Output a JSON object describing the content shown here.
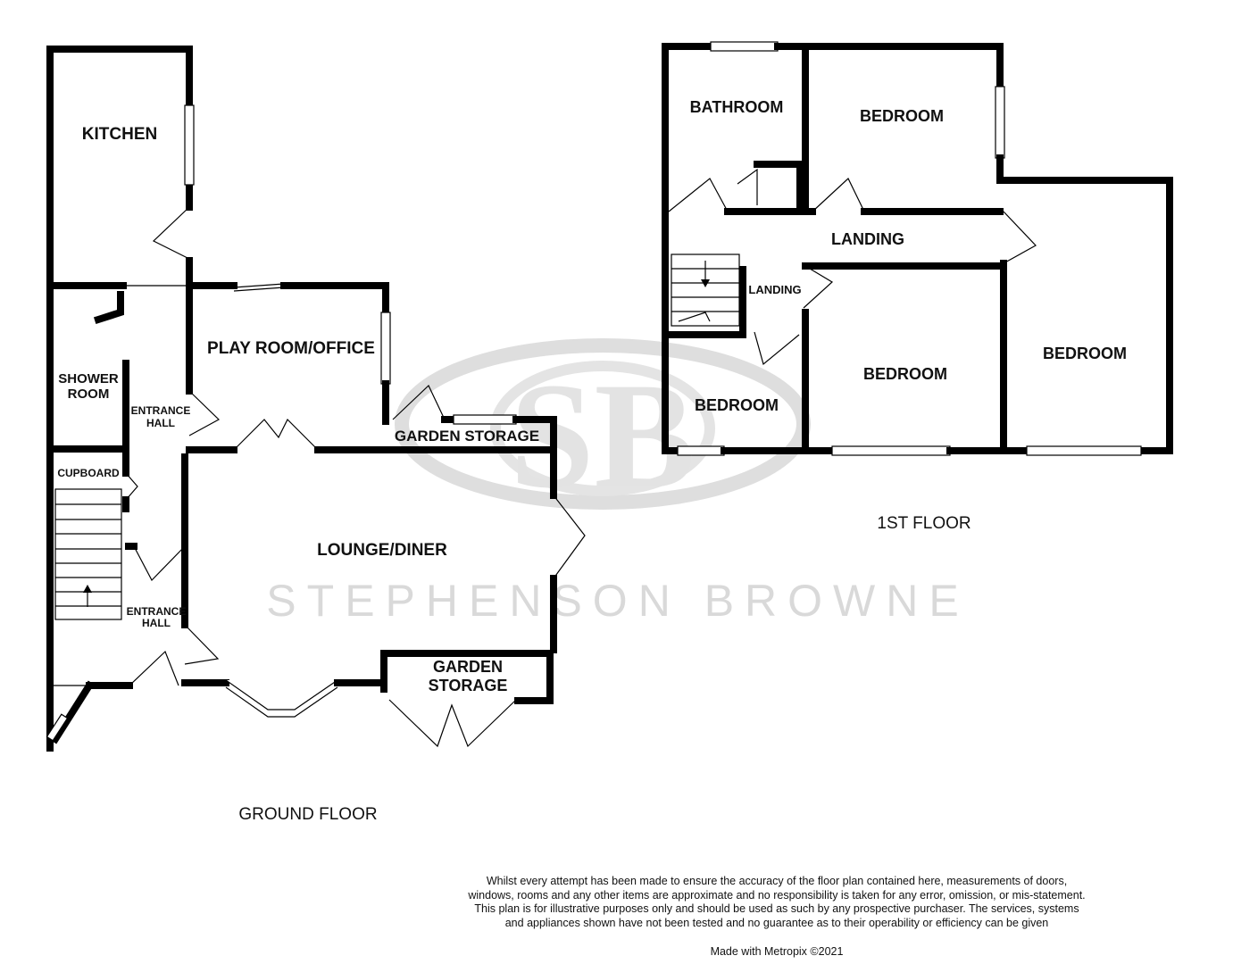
{
  "brand": {
    "watermark_monogram": "SB",
    "watermark_text": "STEPHENSON BROWNE",
    "watermark_color": "#d9d9d9"
  },
  "floors": {
    "ground": {
      "label": "GROUND FLOOR",
      "rooms": {
        "kitchen": "KITCHEN",
        "shower_room_line1": "SHOWER",
        "shower_room_line2": "ROOM",
        "entrance_hall_upper_line1": "ENTRANCE",
        "entrance_hall_upper_line2": "HALL",
        "play_room": "PLAY ROOM/OFFICE",
        "garden_storage_top": "GARDEN STORAGE",
        "cupboard": "CUPBOARD",
        "lounge_diner": "LOUNGE/DINER",
        "entrance_hall_lower_line1": "ENTRANCE",
        "entrance_hall_lower_line2": "HALL",
        "garden_storage_bottom_line1": "GARDEN",
        "garden_storage_bottom_line2": "STORAGE"
      }
    },
    "first": {
      "label": "1ST FLOOR",
      "rooms": {
        "bathroom": "BATHROOM",
        "bedroom_top": "BEDROOM",
        "landing_main": "LANDING",
        "landing_small": "LANDING",
        "bedroom_small": "BEDROOM",
        "bedroom_middle": "BEDROOM",
        "bedroom_right": "BEDROOM"
      }
    }
  },
  "disclaimer": "Whilst every attempt has been made to ensure the accuracy of the floor plan contained here, measurements of doors, windows, rooms and any other items are approximate and no responsibility is taken for any error, omission, or mis-statement. This plan is for illustrative purposes only and should be used as such by any prospective purchaser. The services, systems and appliances shown have not been tested and no guarantee as to their operability or efficiency can be given",
  "credit": "Made with Metropix ©2021"
}
